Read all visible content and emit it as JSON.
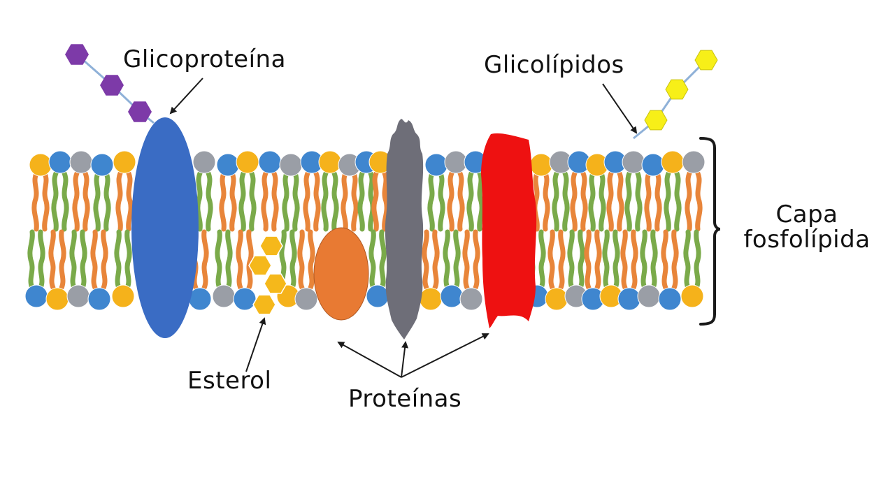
{
  "labels": {
    "glycoprotein": "Glicoproteína",
    "glycolipids": "Glicolípidos",
    "sterol": "Esterol",
    "proteins": "Proteínas",
    "bilayer_line1": "Capa",
    "bilayer_line2": "fosfolípida"
  },
  "colors": {
    "head_yellow": "#f5b21b",
    "head_blue": "#3f86cf",
    "head_gray": "#9a9ea6",
    "tail_orange": "#e8853a",
    "tail_green": "#7aaa4a",
    "glycoprotein": "#3a6cc4",
    "sugar_purple": "#7d3aa8",
    "sugar_yellow": "#f7ef18",
    "sterol": "#f5b81b",
    "protein_orange": "#e87a33",
    "protein_gray": "#6e6e78",
    "protein_red": "#ee1111",
    "arrow": "#1a1a1a"
  }
}
